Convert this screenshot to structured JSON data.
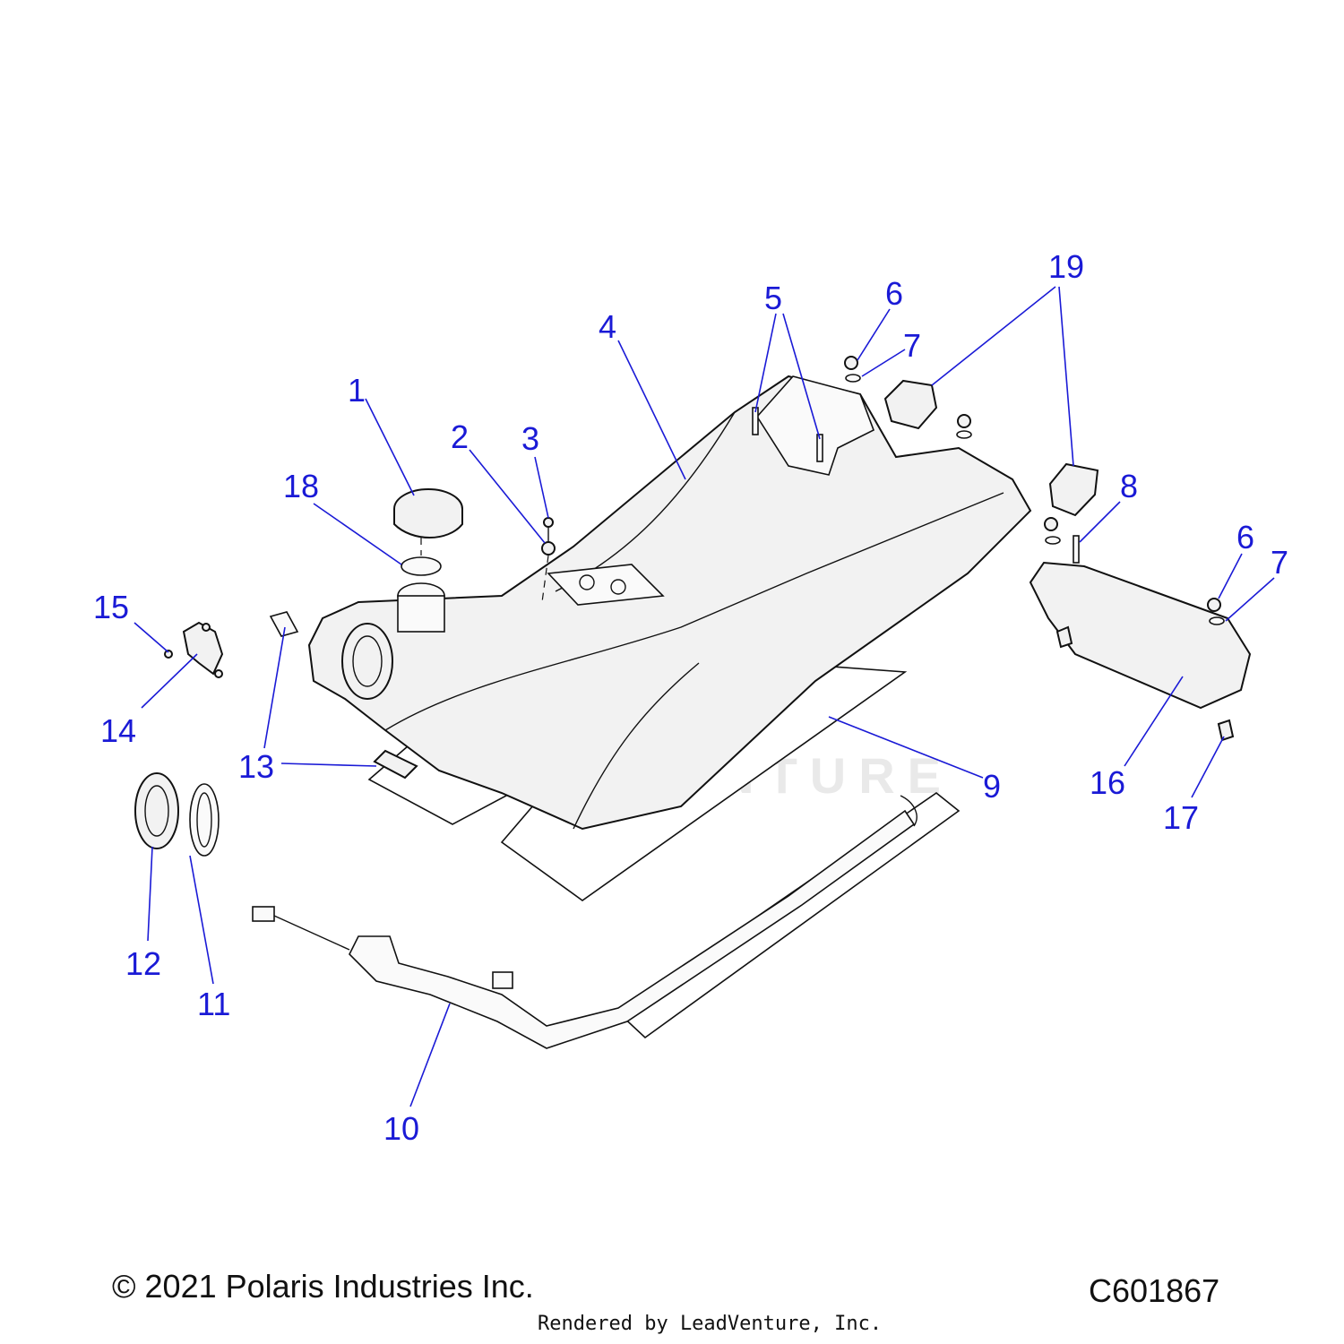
{
  "diagram": {
    "callouts": [
      "1",
      "2",
      "3",
      "4",
      "5",
      "6",
      "7",
      "19",
      "18",
      "8",
      "15",
      "6",
      "7",
      "14",
      "13",
      "13",
      "9",
      "16",
      "17",
      "12",
      "11",
      "10"
    ],
    "watermark": "LEADVENTURE"
  },
  "footer": {
    "copyright": "© 2021 Polaris Industries Inc.",
    "diagram_code": "C601867",
    "rendered_by": "Rendered by LeadVenture, Inc."
  },
  "colors": {
    "callout": "#1a1ad6",
    "line": "#111111",
    "part_fill": "#f2f2f2"
  }
}
